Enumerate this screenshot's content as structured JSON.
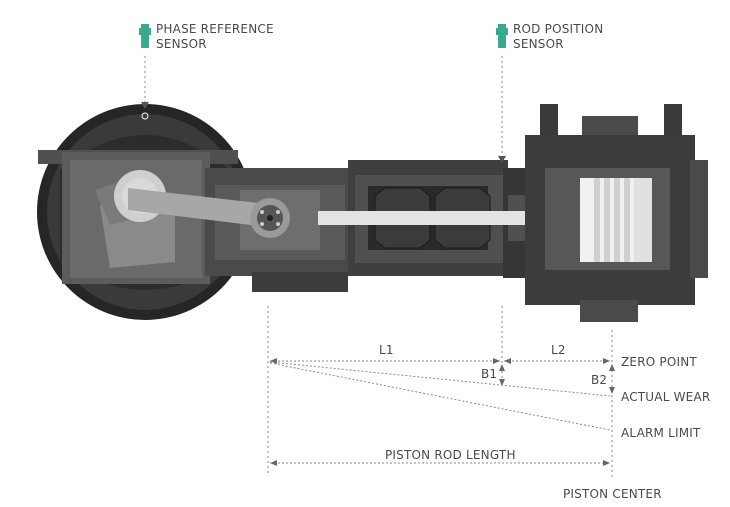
{
  "sensors": {
    "phase_reference": {
      "line1": "PHASE REFERENCE",
      "line2": "SENSOR",
      "icon": "sensor-icon",
      "color": "#3aa88c"
    },
    "rod_position": {
      "line1": "ROD POSITION",
      "line2": "SENSOR",
      "icon": "sensor-icon",
      "color": "#3aa88c"
    }
  },
  "dimensions": {
    "l1": "L1",
    "l2": "L2",
    "b1": "B1",
    "b2": "B2",
    "piston_rod_length": "PISTON ROD LENGTH"
  },
  "reference_lines": {
    "zero_point": "ZERO POINT",
    "actual_wear": "ACTUAL WEAR",
    "alarm_limit": "ALARM LIMIT",
    "piston_center": "PISTON CENTER"
  }
}
